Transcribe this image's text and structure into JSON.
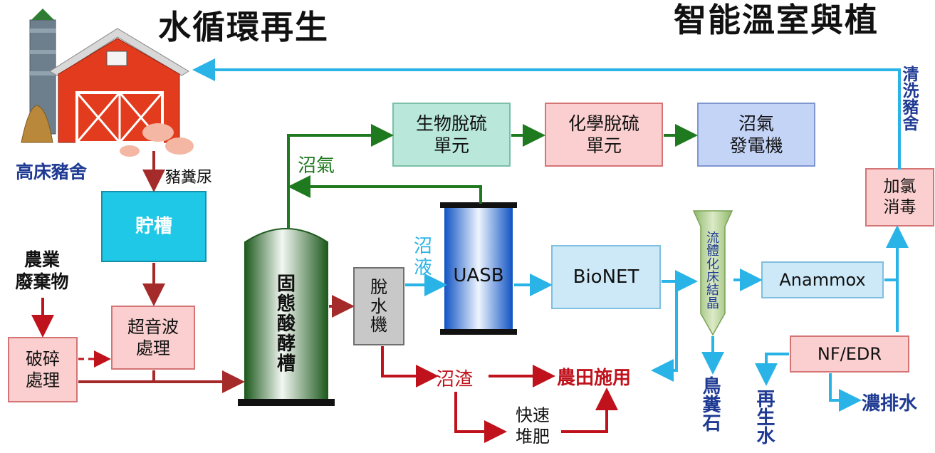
{
  "titles": {
    "left": "水循環再生",
    "right": "智能溫室與植"
  },
  "labels": {
    "barn": "高床豬舍",
    "manure": "豬糞尿",
    "tank": "貯槽",
    "agri_waste": "農業\n廢棄物",
    "crushing": "破碎\n處理",
    "ultrasonic": "超音波\n處理",
    "digester": "固\n態\n酸\n酵\n槽",
    "dewater": "脫\n水\n機",
    "biogas": "沼氣",
    "bio_desulf": "生物脫硫\n單元",
    "chem_desulf": "化學脫硫\n單元",
    "generator": "沼氣\n發電機",
    "digestate": "沼\n液",
    "uasb": "UASB",
    "bionet": "BioNET",
    "fluid_bed": "流\n體\n化\n床\n結\n晶",
    "anammox": "Anammox",
    "chlorination": "加氯\n消毒",
    "wash": "清洗豬舍",
    "nf_edr": "NF/EDR",
    "sludge": "沼渣",
    "field": "農田施用",
    "compost": "快速\n堆肥",
    "guano": "鳥糞石",
    "reclaimed": "再生水",
    "brine": "濃排水"
  },
  "colors": {
    "green": "#1f7a1f",
    "blue": "#29b3e6",
    "red": "#c0121c",
    "navy": "#1f3a93",
    "darkred": "#a52a2a"
  }
}
